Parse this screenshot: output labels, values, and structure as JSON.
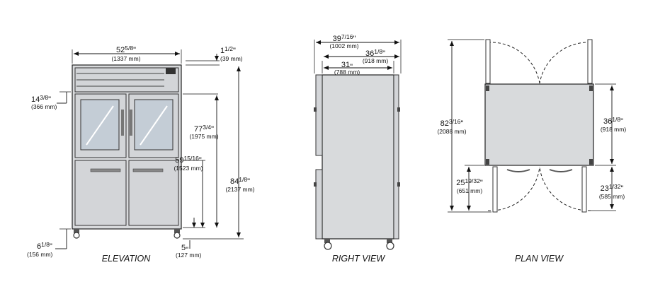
{
  "views": {
    "elevation": {
      "caption": "ELEVATION",
      "width": {
        "in": "52",
        "frac": "5/8",
        "unit": "\"",
        "mm": "(1337 mm)"
      },
      "top_offset": {
        "in": "1",
        "frac": "1/2",
        "unit": "\"",
        "mm": "(39 mm)"
      },
      "window_top": {
        "in": "14",
        "frac": "3/8",
        "unit": "\"",
        "mm": "(366 mm)"
      },
      "height_77": {
        "in": "77",
        "frac": "3/4",
        "unit": "\"",
        "mm": "(1975 mm)"
      },
      "height_59": {
        "in": "59",
        "frac": "15/16",
        "unit": "\"",
        "mm": "(1523 mm)"
      },
      "overall_height": {
        "in": "84",
        "frac": "1/8",
        "unit": "\"",
        "mm": "(2137 mm)"
      },
      "caster_left": {
        "in": "6",
        "frac": "1/8",
        "unit": "\"",
        "mm": "(156 mm)"
      },
      "caster_right": {
        "in": "5",
        "frac": "",
        "unit": "\"",
        "mm": "(127 mm)"
      }
    },
    "right_view": {
      "caption": "RIGHT VIEW",
      "depth_overall": {
        "in": "39",
        "frac": "7/16",
        "unit": "\"",
        "mm": "(1002 mm)"
      },
      "depth_36": {
        "in": "36",
        "frac": "1/8",
        "unit": "\"",
        "mm": "(918 mm)"
      },
      "depth_31": {
        "in": "31",
        "frac": "",
        "unit": "\"",
        "mm": "(788 mm)"
      }
    },
    "plan_view": {
      "caption": "PLAN VIEW",
      "overall": {
        "in": "82",
        "frac": "3/16",
        "unit": "\"",
        "mm": "(2088 mm)"
      },
      "depth": {
        "in": "36",
        "frac": "1/8",
        "unit": "\"",
        "mm": "(918 mm)"
      },
      "swing_left": {
        "in": "25",
        "frac": "19/32",
        "unit": "\"",
        "mm": "(651 mm)"
      },
      "swing_right": {
        "in": "23",
        "frac": "1/32",
        "unit": "\"",
        "mm": "(585 mm)"
      }
    }
  }
}
